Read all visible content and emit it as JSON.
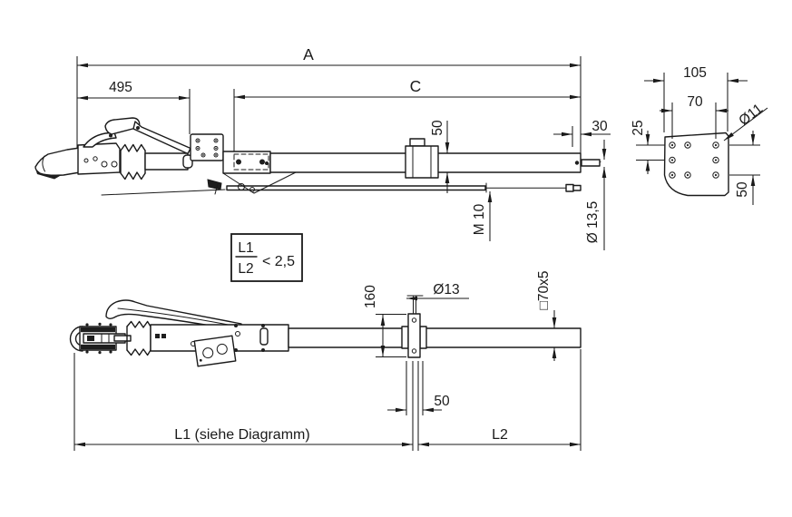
{
  "colors": {
    "line": "#1a1a1a",
    "background": "#ffffff"
  },
  "top_view": {
    "overall": "A",
    "front_section": "495",
    "rear_section": "C",
    "tube_size": "50",
    "end_offset": "30",
    "thread": "M 10",
    "rod_diameter": "Ø 13,5"
  },
  "flange_view": {
    "width": "105",
    "hole_pitch": "70",
    "hole_diameter": "Ø11",
    "row_pitch": "25",
    "column_pitch": "50"
  },
  "formula": {
    "numerator": "L1",
    "denominator": "L2",
    "condition": "< 2,5"
  },
  "plan_view": {
    "bracket_height": "160",
    "bolt_diameter": "Ø13",
    "tube_section": "□70x5",
    "bracket_width": "50",
    "l1_label": "L1 (siehe Diagramm)",
    "l2_label": "L2"
  }
}
